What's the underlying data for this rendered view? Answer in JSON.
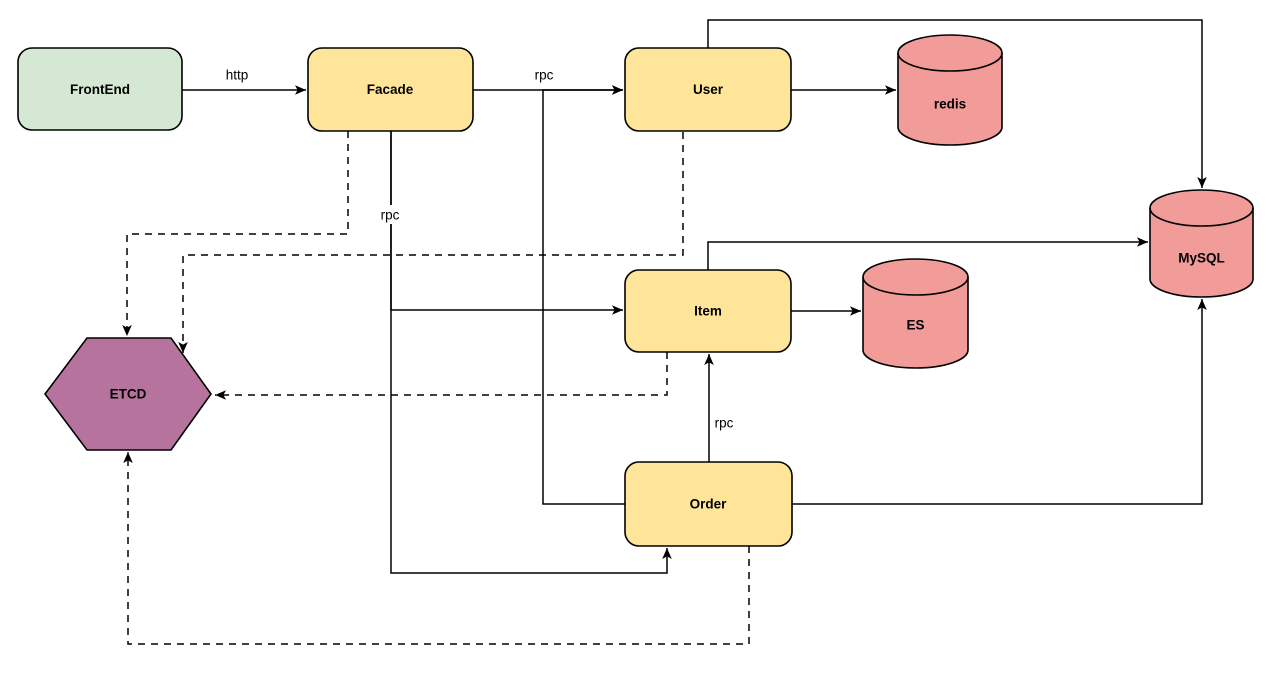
{
  "diagram": {
    "kind": "microservices-architecture-diagram",
    "background": "#ffffff",
    "line_color": "#000000",
    "nodes": {
      "frontend": {
        "label": "FrontEnd",
        "shape": "rounded-rect",
        "fill": "#d5e8d4"
      },
      "facade": {
        "label": "Facade",
        "shape": "rounded-rect",
        "fill": "#ffe599"
      },
      "user": {
        "label": "User",
        "shape": "rounded-rect",
        "fill": "#ffe599"
      },
      "item": {
        "label": "Item",
        "shape": "rounded-rect",
        "fill": "#ffe599"
      },
      "order": {
        "label": "Order",
        "shape": "rounded-rect",
        "fill": "#ffe599"
      },
      "redis": {
        "label": "redis",
        "shape": "cylinder",
        "fill": "#f19c99"
      },
      "es": {
        "label": "ES",
        "shape": "cylinder",
        "fill": "#f19c99"
      },
      "mysql": {
        "label": "MySQL",
        "shape": "cylinder",
        "fill": "#f19c99"
      },
      "etcd": {
        "label": "ETCD",
        "shape": "hexagon",
        "fill": "#b5739d"
      }
    },
    "edges": [
      {
        "from": "FrontEnd",
        "to": "Facade",
        "label": "http",
        "style": "solid"
      },
      {
        "from": "Facade",
        "to": "User",
        "label": "rpc",
        "style": "solid"
      },
      {
        "from": "Facade",
        "to": "Item",
        "label": "rpc",
        "style": "solid"
      },
      {
        "from": "Order",
        "to": "Item",
        "label": "rpc",
        "style": "solid"
      },
      {
        "from": "User",
        "to": "redis",
        "label": "",
        "style": "solid"
      },
      {
        "from": "User",
        "to": "MySQL",
        "label": "",
        "style": "solid"
      },
      {
        "from": "Item",
        "to": "ES",
        "label": "",
        "style": "solid"
      },
      {
        "from": "Item",
        "to": "MySQL",
        "label": "",
        "style": "solid"
      },
      {
        "from": "Order",
        "to": "MySQL",
        "label": "",
        "style": "solid"
      },
      {
        "from": "Facade",
        "to": "Order",
        "label": "",
        "style": "solid"
      },
      {
        "from": "Order",
        "to": "User",
        "label": "",
        "style": "solid"
      },
      {
        "from": "Facade",
        "to": "ETCD",
        "label": "",
        "style": "dashed"
      },
      {
        "from": "User",
        "to": "ETCD",
        "label": "",
        "style": "dashed"
      },
      {
        "from": "Item",
        "to": "ETCD",
        "label": "",
        "style": "dashed"
      },
      {
        "from": "Order",
        "to": "ETCD",
        "label": "",
        "style": "dashed"
      }
    ]
  }
}
